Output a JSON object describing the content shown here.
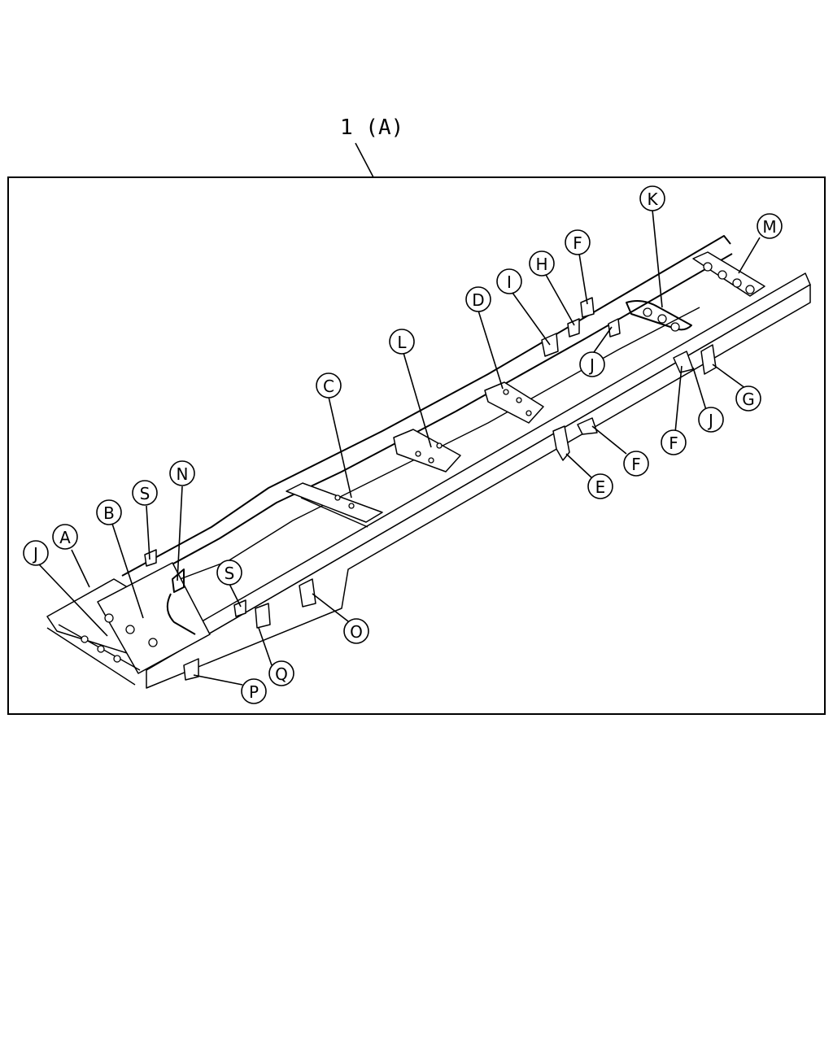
{
  "title": "1 (A)",
  "callouts": [
    {
      "id": "A",
      "label": "A"
    },
    {
      "id": "B",
      "label": "B"
    },
    {
      "id": "C",
      "label": "C"
    },
    {
      "id": "D",
      "label": "D"
    },
    {
      "id": "E",
      "label": "E"
    },
    {
      "id": "F1",
      "label": "F"
    },
    {
      "id": "F2",
      "label": "F"
    },
    {
      "id": "F3",
      "label": "F"
    },
    {
      "id": "G",
      "label": "G"
    },
    {
      "id": "H",
      "label": "H"
    },
    {
      "id": "I",
      "label": "I"
    },
    {
      "id": "J1",
      "label": "J"
    },
    {
      "id": "J2",
      "label": "J"
    },
    {
      "id": "J3",
      "label": "J"
    },
    {
      "id": "K",
      "label": "K"
    },
    {
      "id": "L",
      "label": "L"
    },
    {
      "id": "M",
      "label": "M"
    },
    {
      "id": "N",
      "label": "N"
    },
    {
      "id": "O",
      "label": "O"
    },
    {
      "id": "P",
      "label": "P"
    },
    {
      "id": "Q",
      "label": "Q"
    },
    {
      "id": "S1",
      "label": "S"
    },
    {
      "id": "S2",
      "label": "S"
    }
  ]
}
